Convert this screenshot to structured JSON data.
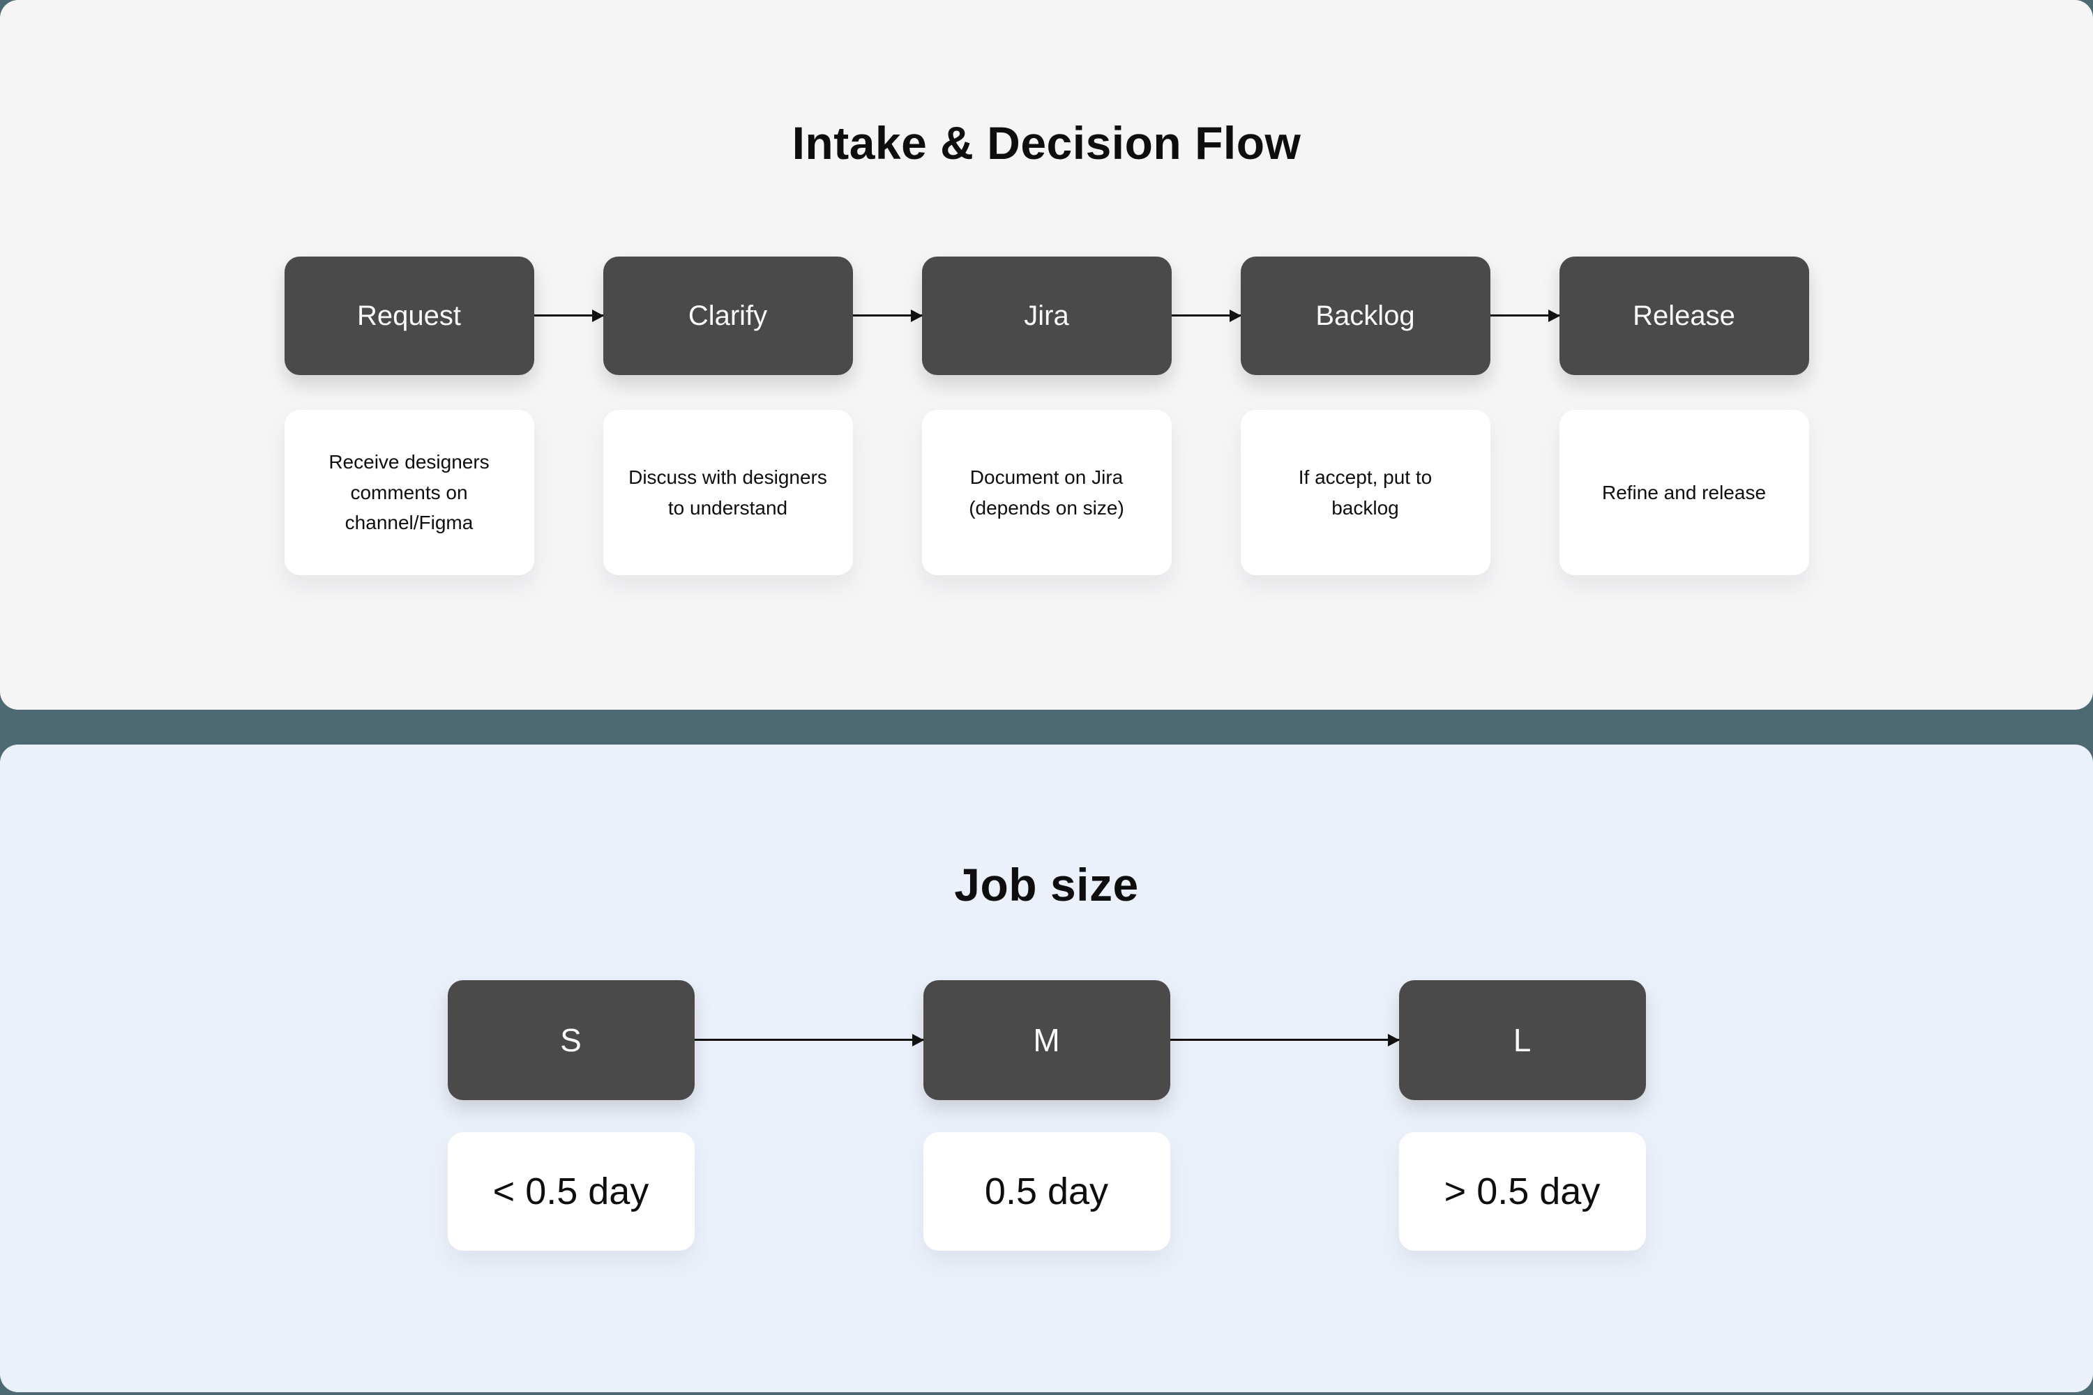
{
  "colors": {
    "page_background": "#4d6a73",
    "intake_panel_background": "#f5f5f6",
    "job_size_panel_background": "#ebf1fb",
    "node_background": "#4a4a4a",
    "node_text": "#fafafa",
    "card_background": "#ffffff",
    "arrow": "#111111"
  },
  "intake": {
    "title": "Intake & Decision Flow",
    "steps": [
      {
        "label": "Request",
        "description": "Receive designers comments on channel/Figma"
      },
      {
        "label": "Clarify",
        "description": "Discuss with designers to understand"
      },
      {
        "label": "Jira",
        "description": "Document on Jira (depends on size)"
      },
      {
        "label": "Backlog",
        "description": "If accept, put to backlog"
      },
      {
        "label": "Release",
        "description": "Refine and release"
      }
    ]
  },
  "job_size": {
    "title": "Job size",
    "sizes": [
      {
        "label": "S",
        "description": "< 0.5 day"
      },
      {
        "label": "M",
        "description": "0.5 day"
      },
      {
        "label": "L",
        "description": "> 0.5 day"
      }
    ]
  }
}
